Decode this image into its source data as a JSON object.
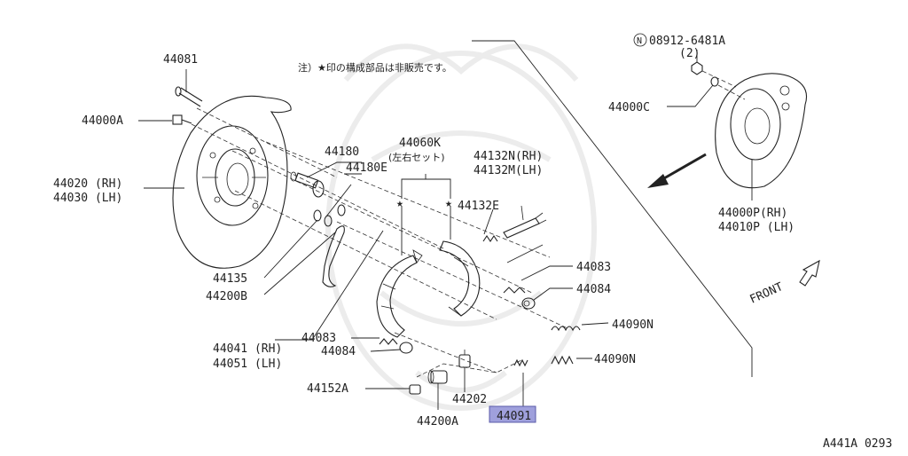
{
  "diagram": {
    "note": "注）★印の構成部品は非販売です。",
    "drawing_code": "A441A 0293",
    "front_label": "FRONT",
    "nut_symbol": "N",
    "parts": {
      "p44081": "44081",
      "p44000a": "44000A",
      "p44020": "44020 (RH)",
      "p44030": "44030 (LH)",
      "p44180": "44180",
      "p44180e": "44180E",
      "p44060k": "44060K",
      "p44060k_sub": "(左右セット)",
      "p44132n": "44132N(RH)",
      "p44132m": "44132M(LH)",
      "p44132e": "44132E",
      "p44135": "44135",
      "p44200b": "44200B",
      "p44083a": "44083",
      "p44084a": "44084",
      "p44090n_a": "44090N",
      "p44090n_b": "44090N",
      "p44041": "44041 (RH)",
      "p44051": "44051 (LH)",
      "p44083b": "44083",
      "p44084b": "44084",
      "p44152a": "44152A",
      "p44202": "44202",
      "p44200a": "44200A",
      "p44091": "44091",
      "p08912": "08912-6481A",
      "p08912_qty": "(2)",
      "p44000c": "44000C",
      "p44000p": "44000P(RH)",
      "p44010p": "44010P (LH)"
    },
    "colors": {
      "highlight": "#9fa0dc",
      "highlight_border": "#5a5aa8",
      "ink": "#222222"
    }
  }
}
